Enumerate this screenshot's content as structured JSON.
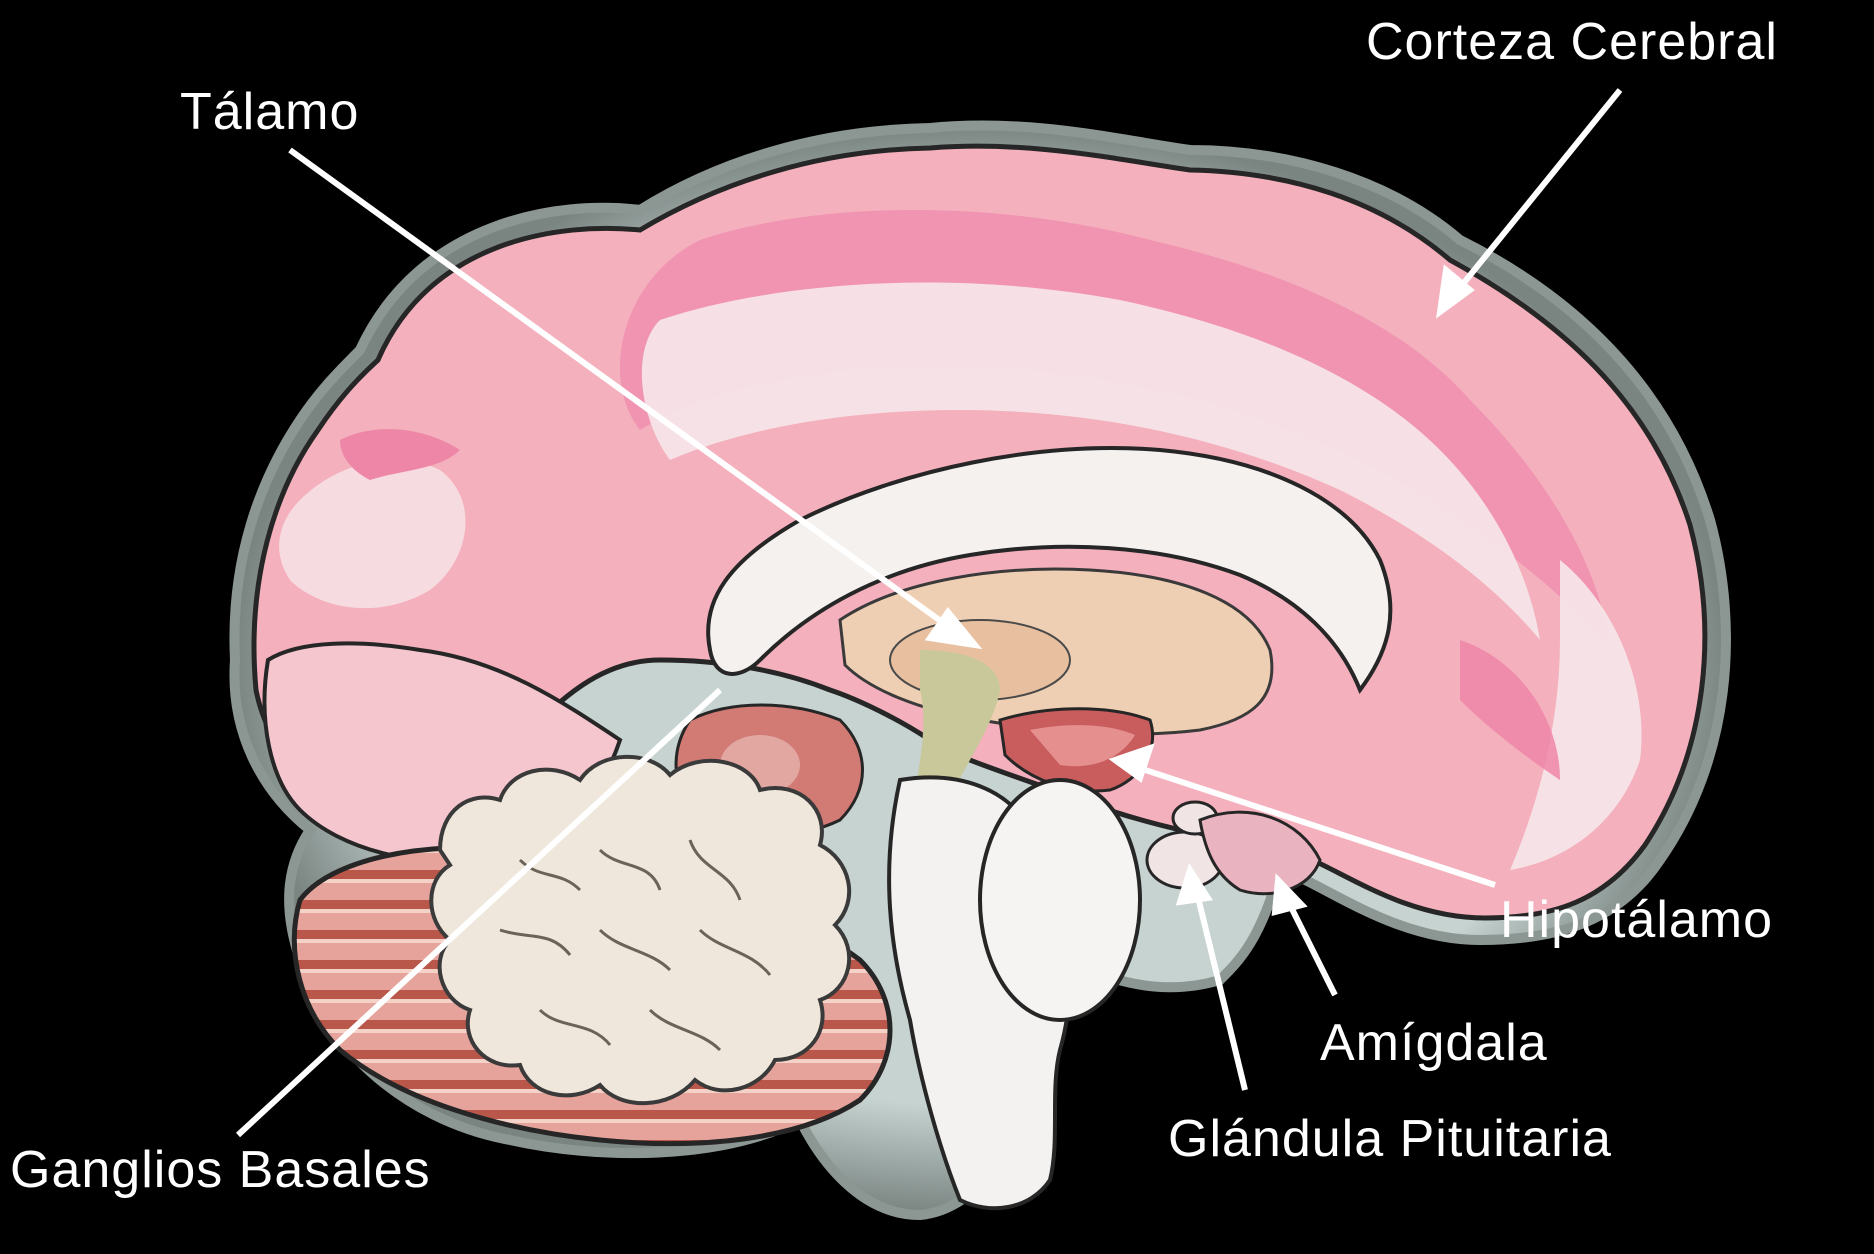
{
  "labels": {
    "talamo": "Tálamo",
    "corteza": "Corteza Cerebral",
    "hipotalamo": "Hipotálamo",
    "amigdala": "Amígdala",
    "pituitaria": "Glándula Pituitaria",
    "ganglios": "Ganglios Basales"
  },
  "colors": {
    "background": "#000000",
    "label_text": "#ffffff",
    "pointer_lines": "#ffffff",
    "cortex_pink": "#f2a3b3",
    "cortex_light": "#f6c6cf",
    "cortex_hot": "#ee86a8",
    "white_matter": "#eeeeee",
    "cerebellum_folia": "#d9928c",
    "cerebellum_dark": "#a8443a",
    "thalamus_tan": "#ecc6a8",
    "brainstem": "#f2f0ee",
    "hypothalamus_red": "#c55a5a",
    "outline": "#2a2a2a",
    "glow": "#b9c7c4"
  }
}
